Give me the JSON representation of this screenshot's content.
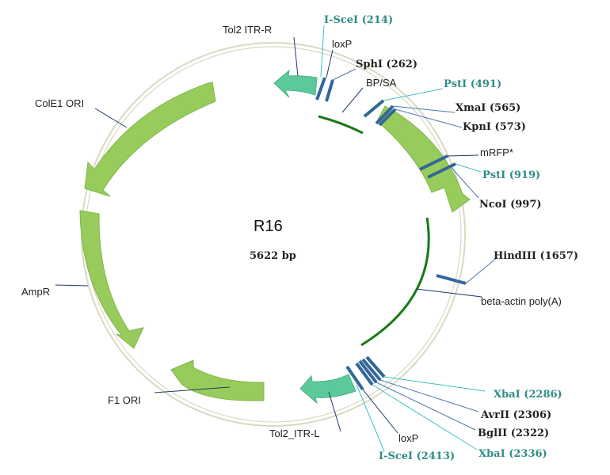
{
  "plasmid": {
    "name": "R16",
    "size": "5622 bp"
  },
  "colors": {
    "arrow_green": "#97cc5c",
    "arrow_teal": "#5cc99b",
    "site_blue": "#336699",
    "label_teal": "#2e8b86",
    "line_teal": "#3fc0c0",
    "line_blue": "#4a78b0",
    "green_arc": "#187a18",
    "backbone": "#d9d9c3"
  },
  "features": {
    "tol2_itr_r": "Tol2 ITR-R",
    "loxp_top": "loxP",
    "bp_sa": "BP/SA",
    "mrfp": "mRFP*",
    "colE1": "ColE1 ORI",
    "ampr": "AmpR",
    "f1": "F1 ORI",
    "beta_actin": "beta-actin poly(A)",
    "tol2_itr_l": "Tol2_ITR-L",
    "loxp_bottom": "loxP"
  },
  "sites": {
    "iscei_top": "I-SceI (214)",
    "sphi": "SphI (262)",
    "psti_491": "PstI (491)",
    "xmai": "XmaI (565)",
    "kpni": "KpnI (573)",
    "psti_919": "PstI (919)",
    "ncoi": "NcoI (997)",
    "hindiii": "HindIII (1657)",
    "xbai_2286": "XbaI (2286)",
    "avrii": "AvrII (2306)",
    "bglii": "BglII (2322)",
    "xbai_2336": "XbaI (2336)",
    "iscei_bottom": "I-SceI (2413)"
  }
}
